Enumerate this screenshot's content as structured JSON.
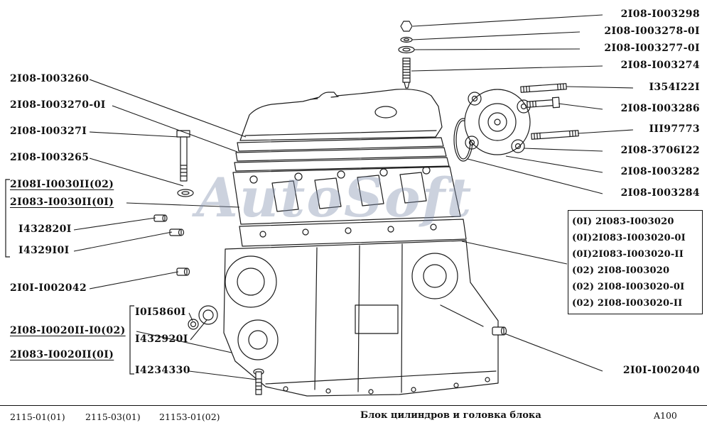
{
  "watermark": {
    "text": "AutoSoft"
  },
  "colors": {
    "watermark": "#808EAC",
    "line": "#1B1B1B"
  },
  "left_labels": [
    {
      "text": "2I08-I003260"
    },
    {
      "text": "2I08-I003270-0I"
    },
    {
      "text": "2I08-I00327I"
    },
    {
      "text": "2I08-I003265"
    },
    {
      "text": "2I08I-I0030II(02)"
    },
    {
      "text": "2I083-I0030II(0I)"
    },
    {
      "text": "I432820I"
    },
    {
      "text": "I4329I0I"
    },
    {
      "text": "2I0I-I002042"
    },
    {
      "text": "I0I5860I"
    },
    {
      "text": "2I08-I0020II-I0(02)"
    },
    {
      "text": "I432920I"
    },
    {
      "text": "2I083-I0020II(0I)"
    },
    {
      "text": "I4234330"
    }
  ],
  "right_labels": [
    {
      "text": "2I08-I003298"
    },
    {
      "text": "2I08-I003278-0I"
    },
    {
      "text": "2I08-I003277-0I"
    },
    {
      "text": "2I08-I003274"
    },
    {
      "text": "I354I22I"
    },
    {
      "text": "2I08-I003286"
    },
    {
      "text": "III97773"
    },
    {
      "text": "2I08-3706I22"
    },
    {
      "text": "2I08-I003282"
    },
    {
      "text": "2I08-I003284"
    },
    {
      "text": "2I0I-I002040"
    }
  ],
  "parts_box": {
    "rows": [
      "(0I) 2I083-I003020",
      "(0I)2I083-I003020-0I",
      "(0I)2I083-I003020-II",
      "(02) 2I08-I003020",
      "(02) 2I08-I003020-0I",
      "(02) 2I08-I003020-II"
    ]
  },
  "footer": {
    "codes": [
      "2115-01(01)",
      "2115-03(01)",
      "21153-01(02)"
    ],
    "title": "Блок цилиндров и головка блока",
    "page_ref": "A100"
  }
}
